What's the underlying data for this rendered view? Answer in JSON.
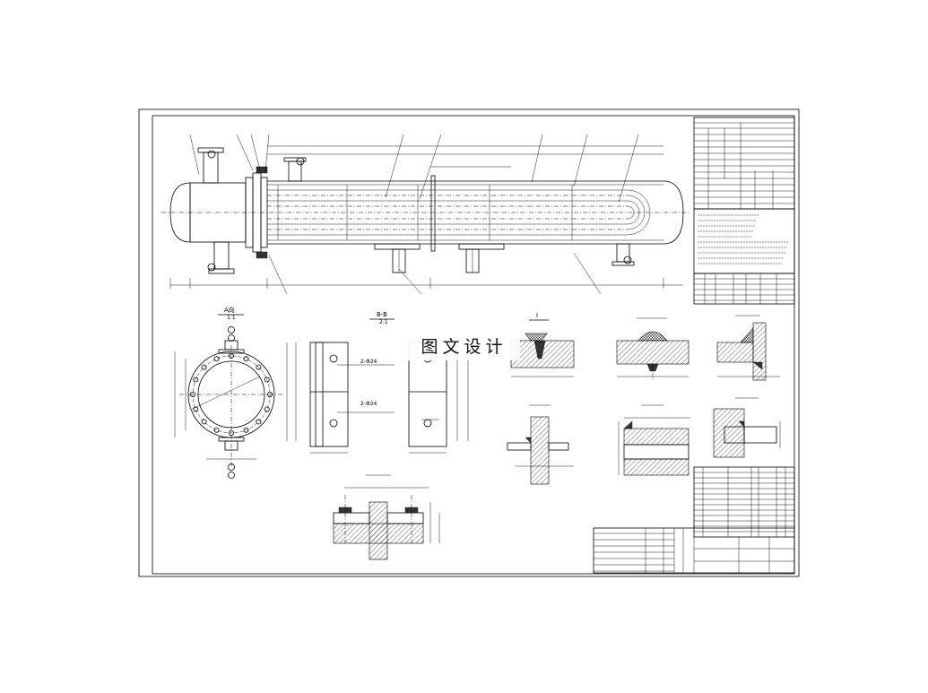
{
  "watermark": "图文设计",
  "section_titles": {
    "view_a": "A向",
    "view_a_scale": "1:1",
    "section_bb": "B-B",
    "section_bb_scale": "2:1",
    "detail_i": "I",
    "bolt_hole_note_1": "2-Φ24",
    "bolt_hole_note_2": "2-Φ24"
  },
  "colors": {
    "line": "#000000",
    "background": "#ffffff"
  }
}
